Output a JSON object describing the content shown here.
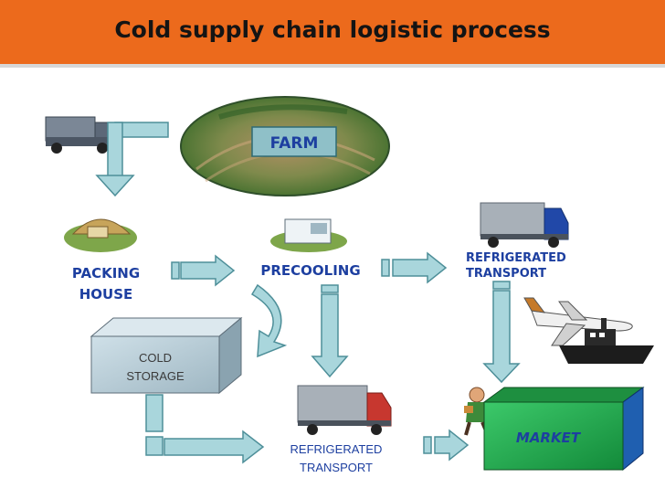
{
  "slide": {
    "title": "Cold supply chain logistic process"
  },
  "diagram": {
    "nodes": {
      "farm": "FARM",
      "packing_house_line1": "PACKING",
      "packing_house_line2": "HOUSE",
      "precooling": "PRECOOLING",
      "refrigerated_transport_top_line1": "REFRIGERATED",
      "refrigerated_transport_top_line2": "TRANSPORT",
      "cold_storage_line1": "COLD",
      "cold_storage_line2": "STORAGE",
      "refrigerated_transport_bottom_line1": "REFRIGERATED",
      "refrigerated_transport_bottom_line2": "TRANSPORT",
      "market": "MARKET"
    },
    "icons": [
      "truck-icon",
      "farm-field-icon",
      "packing-house-icon",
      "precooling-unit-icon",
      "refrigerated-truck-icon",
      "airplane-icon",
      "ship-icon",
      "worker-icon"
    ],
    "colors": {
      "header": "#ec6a1c",
      "arrow_fill": "#a9d6dc",
      "arrow_stroke": "#4e8f99",
      "market_face": "#22b04c",
      "storage_face": "#b7cdd8",
      "label_blue": "#1d3fa0"
    }
  }
}
